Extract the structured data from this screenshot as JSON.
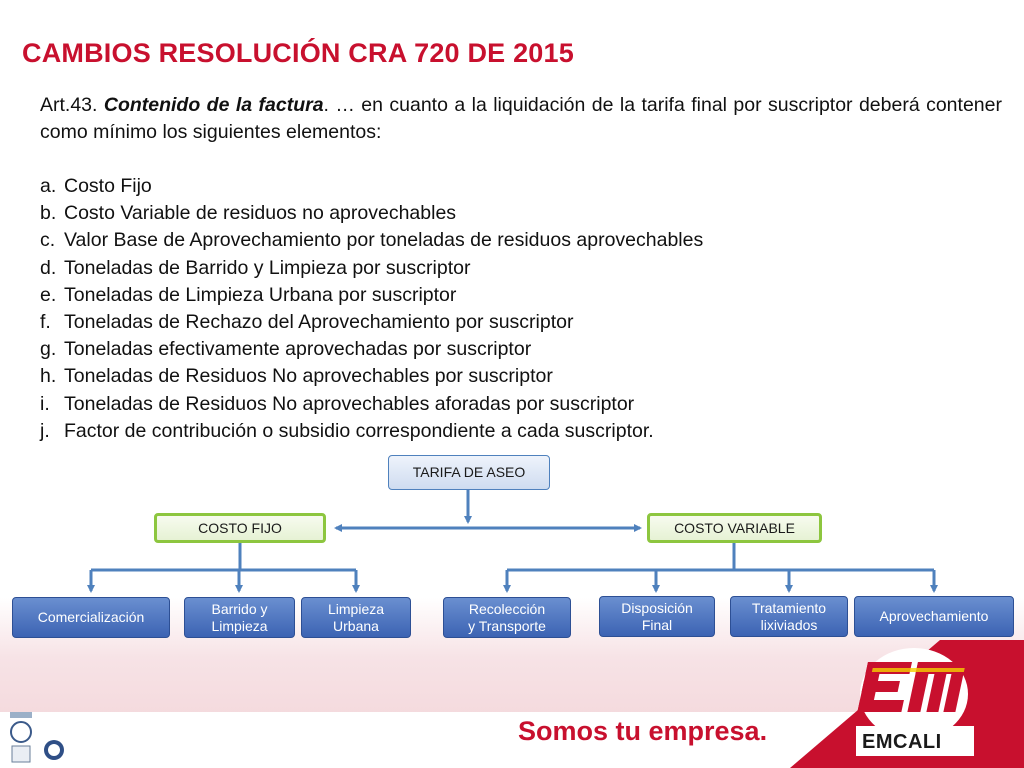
{
  "title": "CAMBIOS RESOLUCIÓN CRA 720 DE 2015",
  "intro": {
    "prefix": "Art.43. ",
    "emphasis": "Contenido de la factura",
    "rest": ". … en cuanto a la liquidación de la tarifa final por suscriptor deberá contener como mínimo los siguientes elementos:"
  },
  "items": [
    {
      "letter": "a.",
      "text": "Costo Fijo"
    },
    {
      "letter": "b.",
      "text": "Costo Variable de residuos no aprovechables"
    },
    {
      "letter": "c.",
      "text": "Valor Base de Aprovechamiento por toneladas de residuos aprovechables"
    },
    {
      "letter": "d.",
      "text": "Toneladas de Barrido y Limpieza por suscriptor"
    },
    {
      "letter": "e.",
      "text": "Toneladas de Limpieza Urbana por suscriptor"
    },
    {
      "letter": "f.",
      "text": "Toneladas de Rechazo del Aprovechamiento por suscriptor"
    },
    {
      "letter": "g.",
      "text": "Toneladas efectivamente aprovechadas por suscriptor"
    },
    {
      "letter": "h.",
      "text": "Toneladas de Residuos No aprovechables por suscriptor"
    },
    {
      "letter": "i.",
      "text": "Toneladas de Residuos No aprovechables aforadas por suscriptor"
    },
    {
      "letter": "j.",
      "text": "Factor de contribución o subsidio correspondiente a cada suscriptor."
    }
  ],
  "diagram": {
    "root": "TARIFA DE ASEO",
    "fixed": "COSTO FIJO",
    "variable": "COSTO VARIABLE",
    "fixed_children": [
      "Comercialización",
      "Barrido y\nLimpieza",
      "Limpieza\nUrbana"
    ],
    "variable_children": [
      "Recolección\ny Transporte",
      "Disposición\nFinal",
      "Tratamiento\nlixiviados",
      "Aprovechamiento"
    ]
  },
  "footer": {
    "slogan": "Somos tu empresa.",
    "logo": "EMCALI"
  },
  "colors": {
    "title_red": "#c8102e",
    "connector_blue": "#4f81bd",
    "group_green": "#8dc63f",
    "leaf_blue": "#4a72c0"
  }
}
